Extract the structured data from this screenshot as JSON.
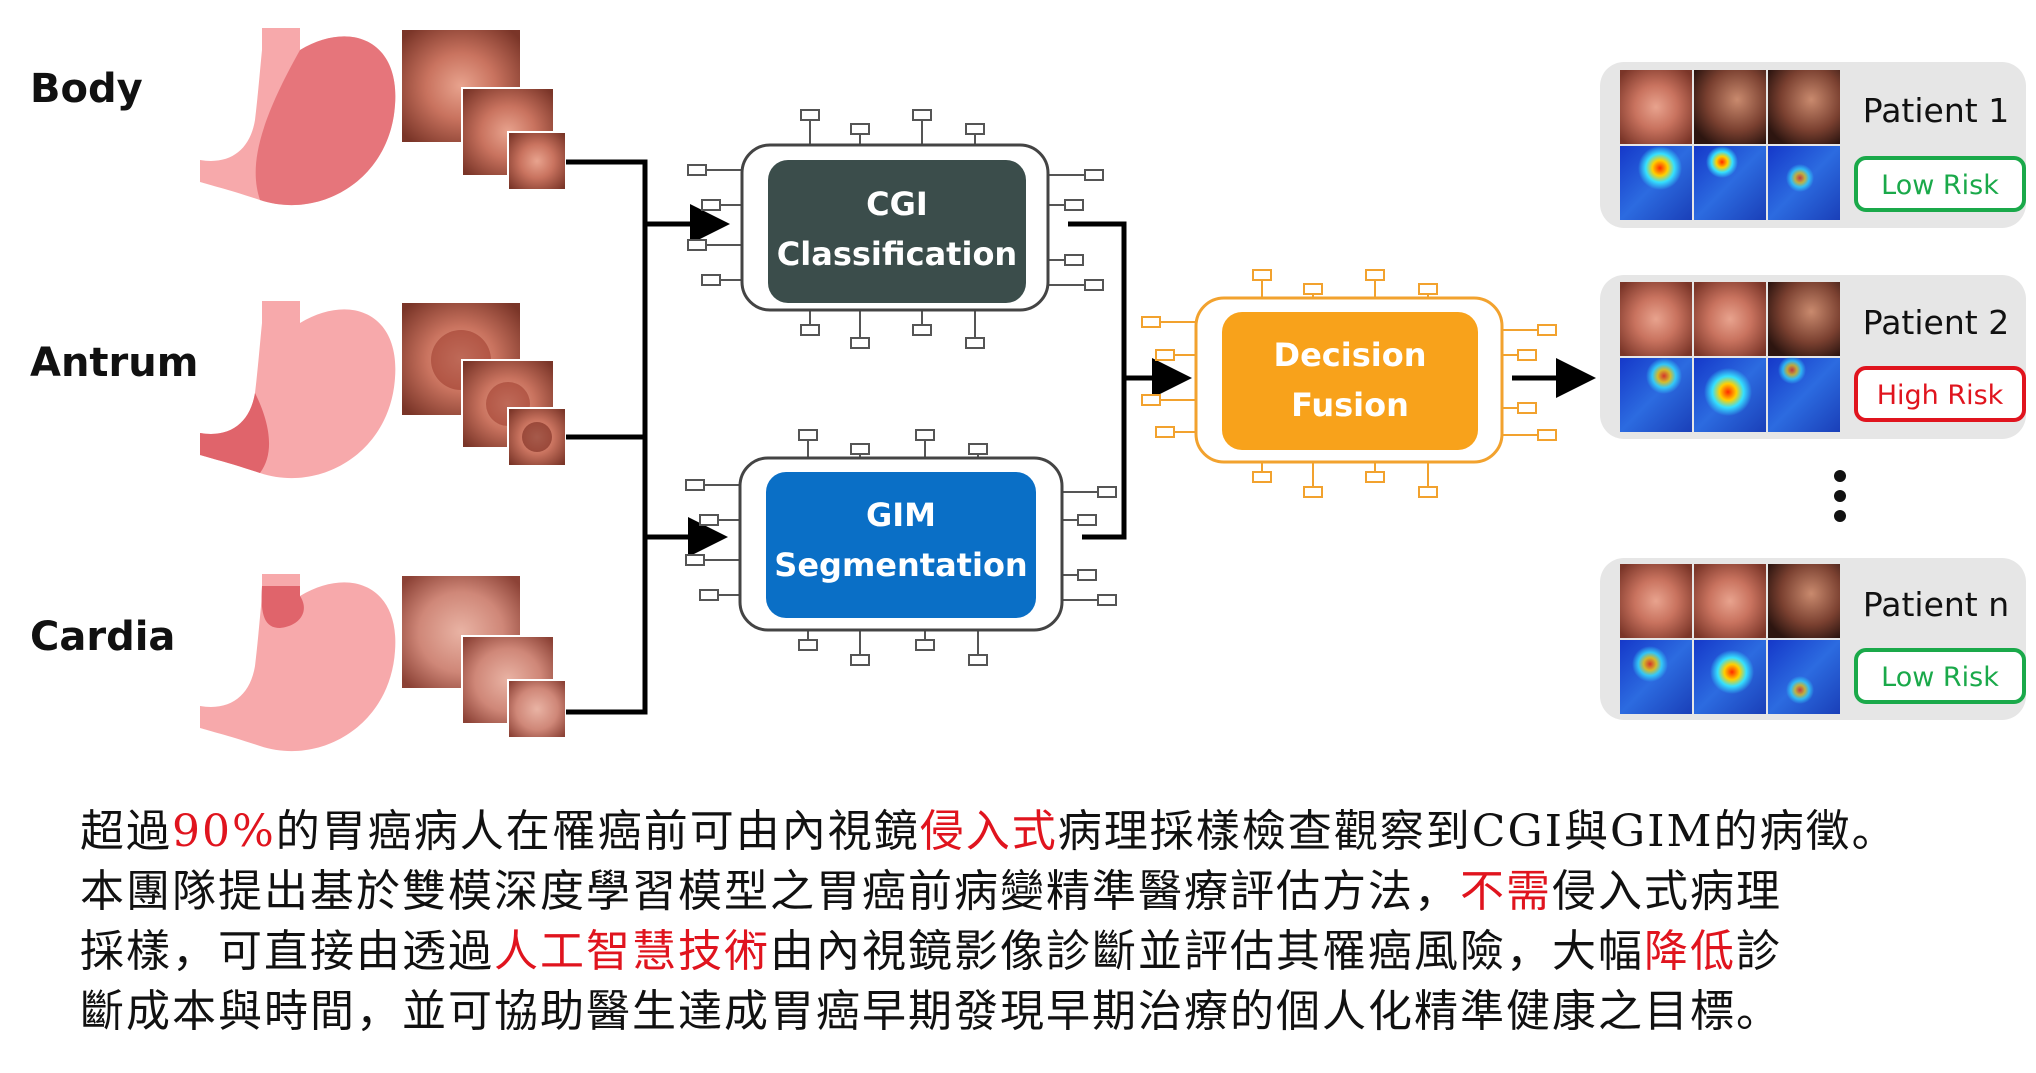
{
  "regions": [
    {
      "label": "Body"
    },
    {
      "label": "Antrum"
    },
    {
      "label": "Cardia"
    }
  ],
  "nodes": {
    "cgi": {
      "line1": "CGI",
      "line2": "Classification",
      "color": "#3b4d4b"
    },
    "gim": {
      "line1": "GIM",
      "line2": "Segmentation",
      "color": "#0a6fc6"
    },
    "fusion": {
      "line1": "Decision",
      "line2": "Fusion",
      "color": "#f8a21b"
    }
  },
  "patients": [
    {
      "label": "Patient 1",
      "risk": "Low Risk",
      "risk_color": "#1aa94a"
    },
    {
      "label": "Patient 2",
      "risk": "High Risk",
      "risk_color": "#e0141e"
    },
    {
      "label": "Patient n",
      "risk": "Low Risk",
      "risk_color": "#1aa94a"
    }
  ],
  "colors": {
    "stomach_light": "#f7a9ab",
    "stomach_dark": "#e0646b",
    "panel": "#e6e6e6",
    "arrow": "#000000"
  },
  "caption": {
    "lines": [
      [
        {
          "text": "超過"
        },
        {
          "text": "90%",
          "highlight": true
        },
        {
          "text": "的胃癌病人在罹癌前可由內視鏡"
        },
        {
          "text": "侵入式",
          "highlight": true
        },
        {
          "text": "病理採樣檢查觀察到CGI與GIM的病徵。"
        }
      ],
      [
        {
          "text": "本團隊提出基於雙模深度學習模型之胃癌前病變精準醫療評估方法，"
        },
        {
          "text": "不需",
          "highlight": true
        },
        {
          "text": "侵入式病理"
        }
      ],
      [
        {
          "text": "採樣，可直接由透過"
        },
        {
          "text": "人工智慧技術",
          "highlight": true
        },
        {
          "text": "由內視鏡影像診斷並評估其罹癌風險，大幅"
        },
        {
          "text": "降低",
          "highlight": true
        },
        {
          "text": "診"
        }
      ],
      [
        {
          "text": "斷成本與時間，並可協助醫生達成胃癌早期發現早期治療的個人化精準健康之目標。"
        }
      ]
    ]
  }
}
